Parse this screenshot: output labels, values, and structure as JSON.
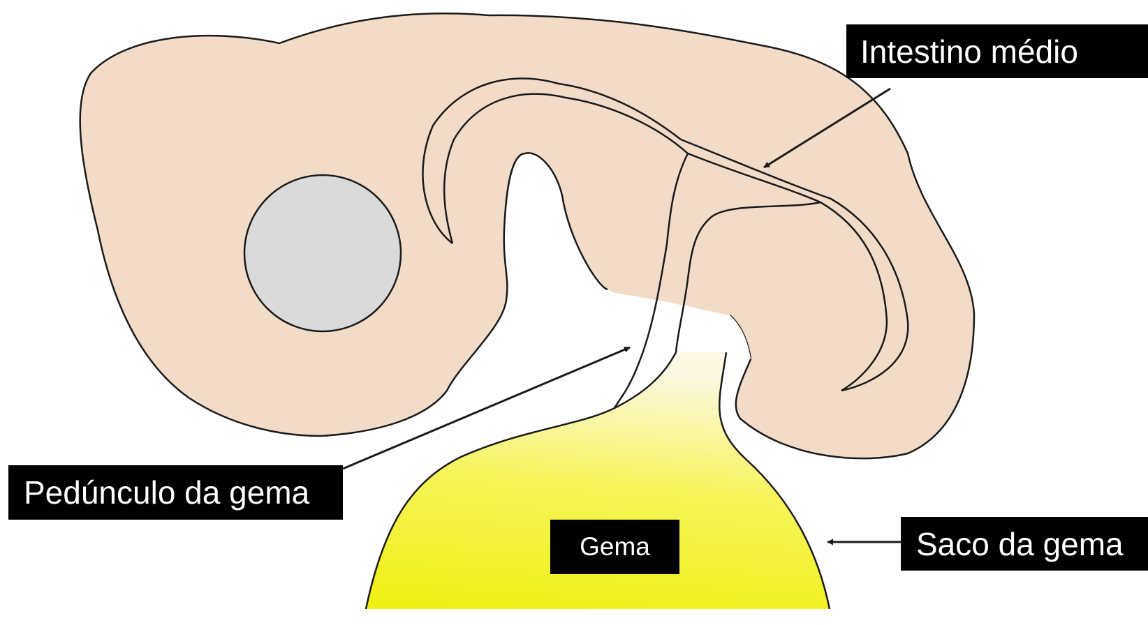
{
  "labels": {
    "intestino_medio": "Intestino médio",
    "pedunculo_da_gema": "Pedúnculo da gema",
    "saco_da_gema": "Saco da gema",
    "gema": "Gema"
  },
  "colors": {
    "embryo_fill": "#f2dcc8",
    "circle_fill": "#dadada",
    "yolk_yellow": "#f2f21c",
    "outline": "#1a1a1a",
    "label_background": "#000000",
    "label_text": "#ffffff"
  }
}
